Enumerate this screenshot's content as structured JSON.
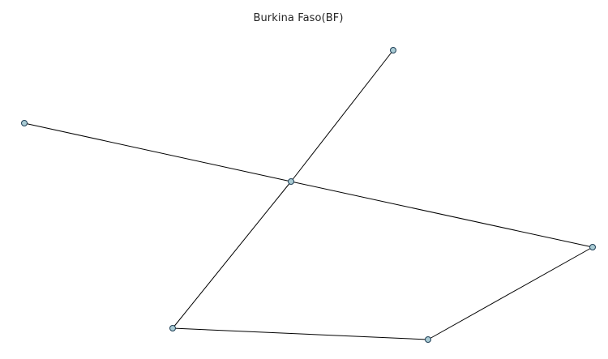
{
  "title": "Burkina Faso(BF)",
  "colors": {
    "node_fill": "#a9cbd4",
    "node_stroke": "#1f3f56",
    "edge": "#000000",
    "title_text": "#262626",
    "background": "#ffffff"
  },
  "graph": {
    "nodes": [
      {
        "id": "n1"
      },
      {
        "id": "n2"
      },
      {
        "id": "n3"
      },
      {
        "id": "n4"
      },
      {
        "id": "n5"
      },
      {
        "id": "n6"
      }
    ],
    "edges": [
      {
        "source": "n1",
        "target": "n3"
      },
      {
        "source": "n2",
        "target": "n3"
      },
      {
        "source": "n3",
        "target": "n4"
      },
      {
        "source": "n3",
        "target": "n5"
      },
      {
        "source": "n5",
        "target": "n6"
      },
      {
        "source": "n6",
        "target": "n4"
      }
    ]
  }
}
